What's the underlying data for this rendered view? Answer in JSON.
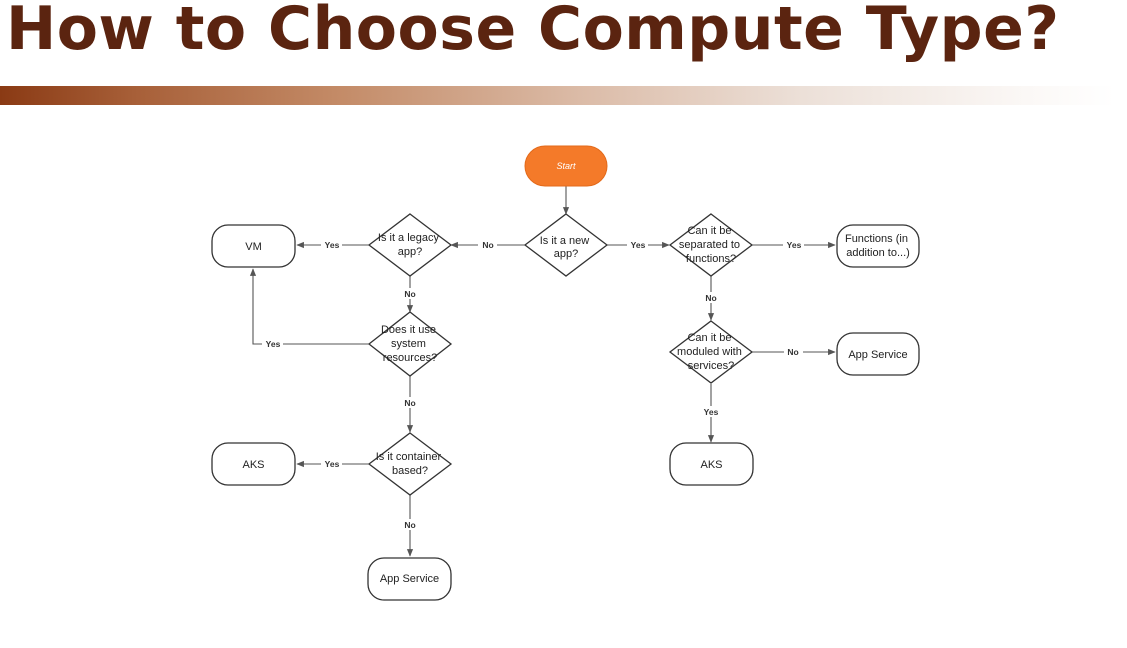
{
  "page": {
    "title": "How to Choose Compute Type?"
  },
  "colors": {
    "title": "#5b2410",
    "start_node": "#f47a29",
    "node_stroke": "#333333",
    "edge": "#555555"
  },
  "flowchart": {
    "start": "Start",
    "q_new_app": [
      "Is it a new",
      "app?"
    ],
    "q_legacy": [
      "Is it a legacy",
      "app?"
    ],
    "q_system_resources": [
      "Does it use",
      "system",
      "resources?"
    ],
    "q_container": [
      "Is it container",
      "based?"
    ],
    "q_functions": [
      "Can it be",
      "separated to",
      "functions?"
    ],
    "q_services": [
      "Can it be",
      "moduled with",
      "services?"
    ],
    "r_vm": "VM",
    "r_aks_left": "AKS",
    "r_app_service_left": "App Service",
    "r_functions": [
      "Functions (in",
      "addition to...)"
    ],
    "r_app_service_right": "App Service",
    "r_aks_right": "AKS",
    "edges": {
      "new_no": "No",
      "new_yes": "Yes",
      "legacy_yes": "Yes",
      "legacy_no": "No",
      "resources_yes": "Yes",
      "resources_no": "No",
      "container_yes": "Yes",
      "container_no": "No",
      "functions_yes": "Yes",
      "functions_no": "No",
      "services_no": "No",
      "services_yes": "Yes"
    }
  }
}
